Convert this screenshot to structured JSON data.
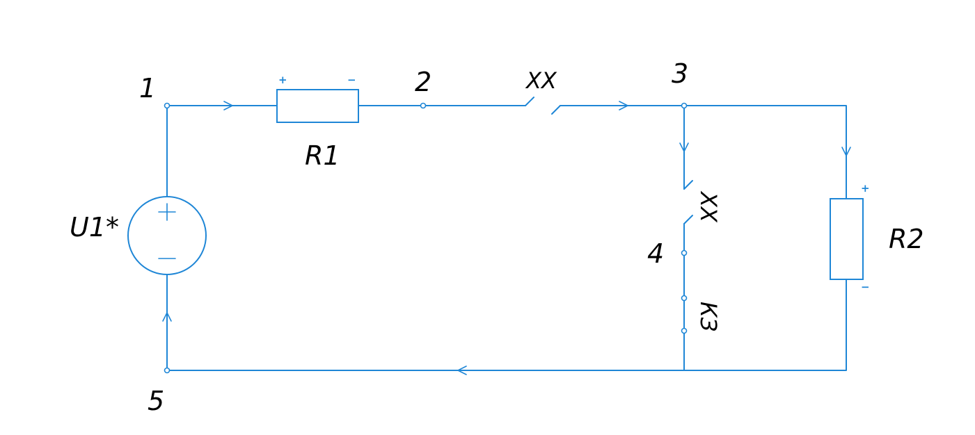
{
  "colors": {
    "wire": "#1e86d6",
    "text": "#000000",
    "background": "#ffffff"
  },
  "nodes": {
    "n1": "1",
    "n2": "2",
    "n3": "3",
    "n4": "4",
    "n5": "5"
  },
  "components": {
    "source": {
      "label": "U1*",
      "plus": "+",
      "minus": "−"
    },
    "r1": {
      "label": "R1",
      "plus": "+",
      "minus": "−"
    },
    "r2": {
      "label": "R2",
      "plus": "+",
      "minus": "−"
    },
    "switch_top": {
      "label": "XX"
    },
    "switch_mid": {
      "label": "XX"
    },
    "short": {
      "label": "КЗ"
    }
  }
}
